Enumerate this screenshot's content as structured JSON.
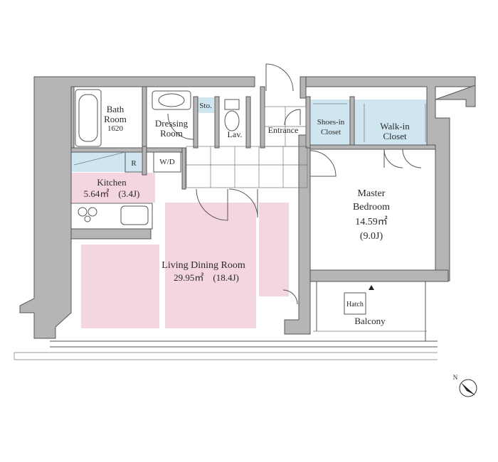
{
  "rooms": {
    "bath": {
      "name_line1": "Bath",
      "name_line2": "Room",
      "size": "1620"
    },
    "dressing": {
      "name_line1": "Dressing",
      "name_line2": "Room"
    },
    "storage": {
      "name": "Sto."
    },
    "lavatory": {
      "name": "Lav."
    },
    "entrance": {
      "name": "Entrance"
    },
    "shoes_closet": {
      "name_line1": "Shoes-in",
      "name_line2": "Closet"
    },
    "walkin_closet": {
      "name_line1": "Walk-in",
      "name_line2": "Closet"
    },
    "washer": {
      "name": "W/D"
    },
    "fridge": {
      "name": "R"
    },
    "kitchen": {
      "name": "Kitchen",
      "area": "5.64㎡　(3.4J)"
    },
    "living": {
      "name": "Living Dining Room",
      "area": "29.95㎡　(18.4J)"
    },
    "master": {
      "name_line1": "Master",
      "name_line2": "Bedroom",
      "area": "14.59㎡",
      "jo": "(9.0J)"
    },
    "balcony": {
      "name": "Balcony",
      "hatch": "Hatch"
    }
  },
  "compass": {
    "label": "N"
  },
  "colors": {
    "wall": "#b5b5b5",
    "living_highlight": "#f3d6e1",
    "wet_area": "#cfe6f1"
  }
}
